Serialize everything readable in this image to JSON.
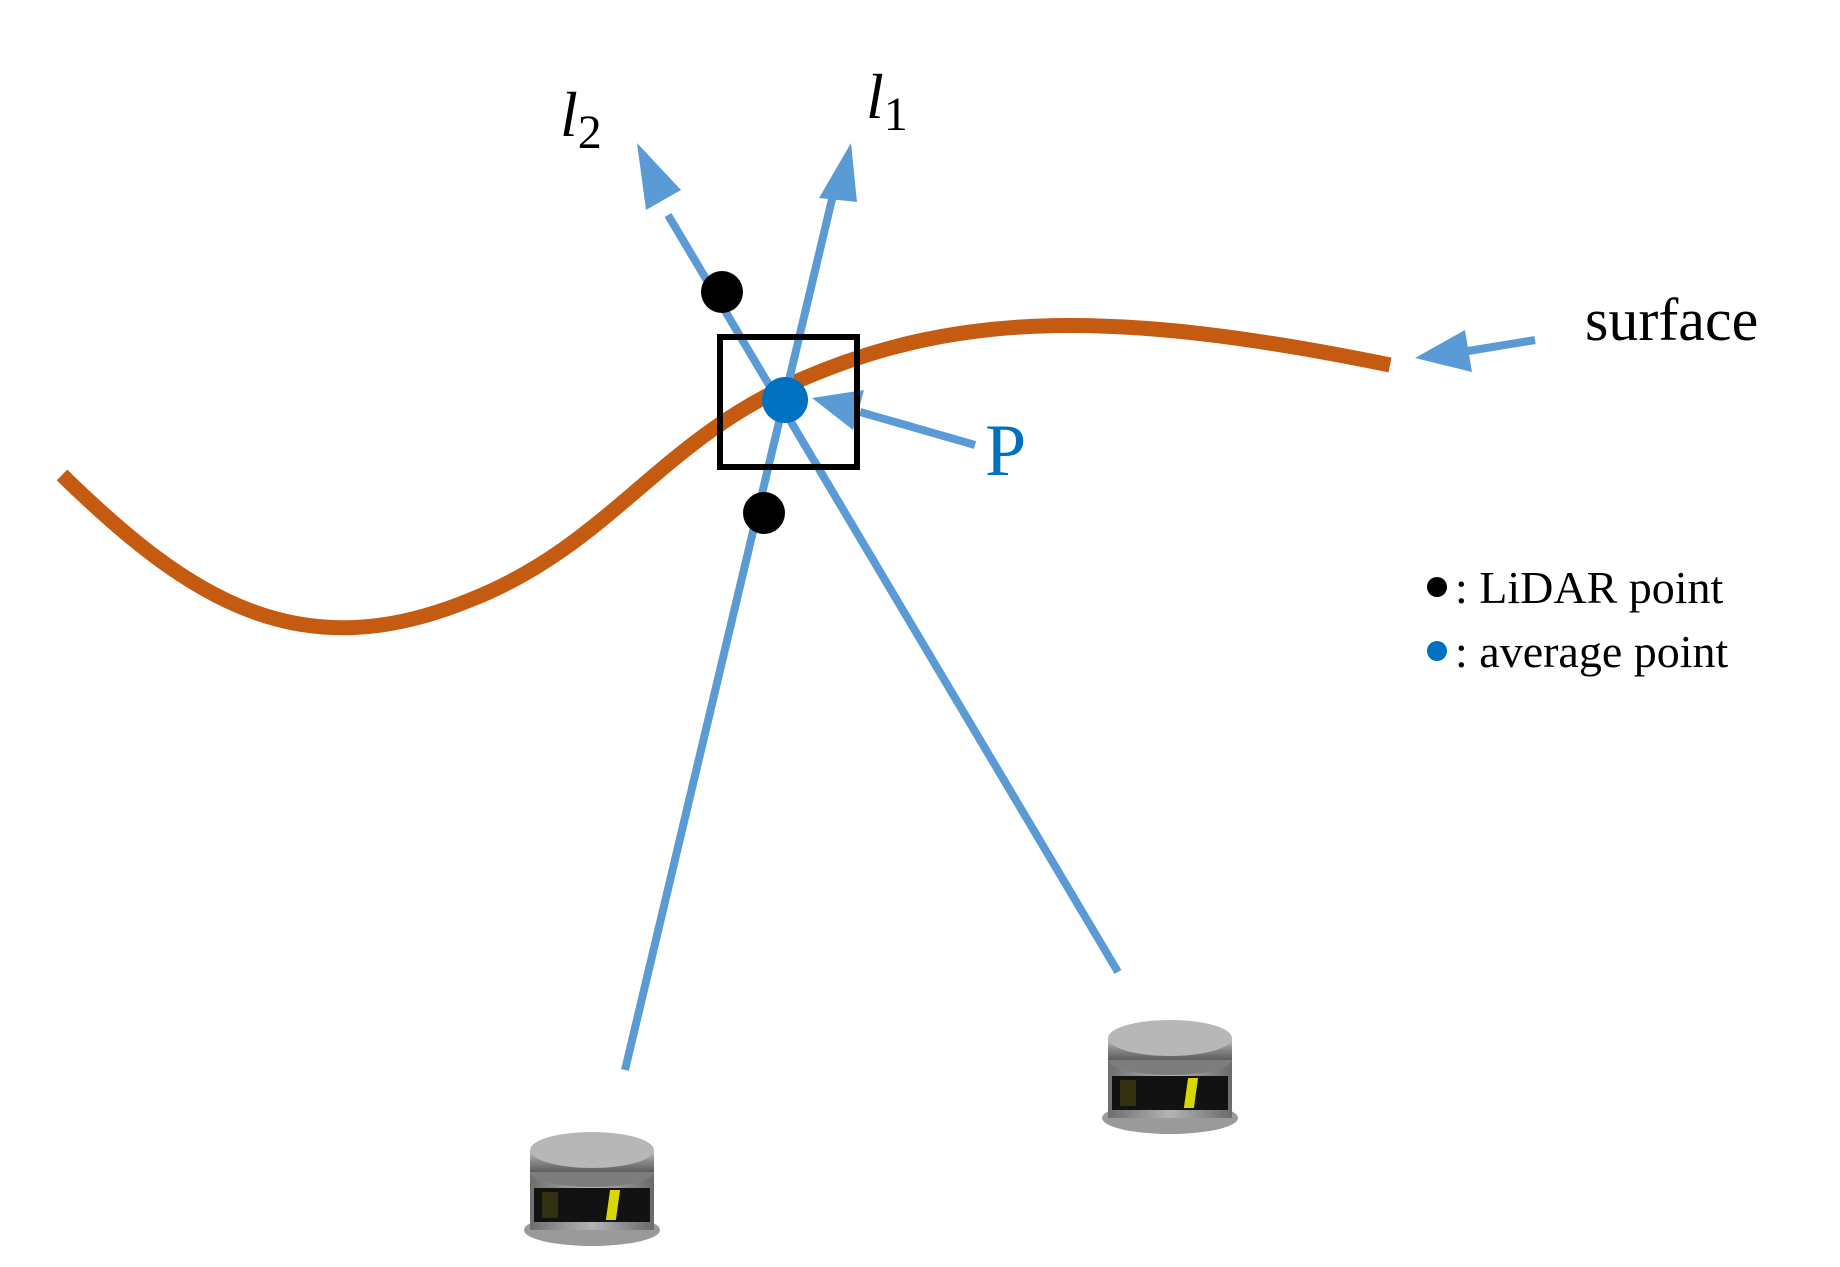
{
  "labels": {
    "ray1": {
      "main": "l",
      "sub": "1"
    },
    "ray2": {
      "main": "l",
      "sub": "2"
    },
    "surface": "surface",
    "avg_point": "P"
  },
  "legend": [
    {
      "symbol": "●",
      "text": ": LiDAR point"
    },
    {
      "symbol": "●",
      "text": ": average point"
    }
  ],
  "colors": {
    "ray": "#5b9bd5",
    "surface": "#c55a11",
    "lidar_point": "#000000",
    "average_point": "#0070c0",
    "box": "#000000",
    "p_label": "#0070c0"
  },
  "icons": [
    "lidar-sensor-icon",
    "lidar-sensor-icon"
  ]
}
